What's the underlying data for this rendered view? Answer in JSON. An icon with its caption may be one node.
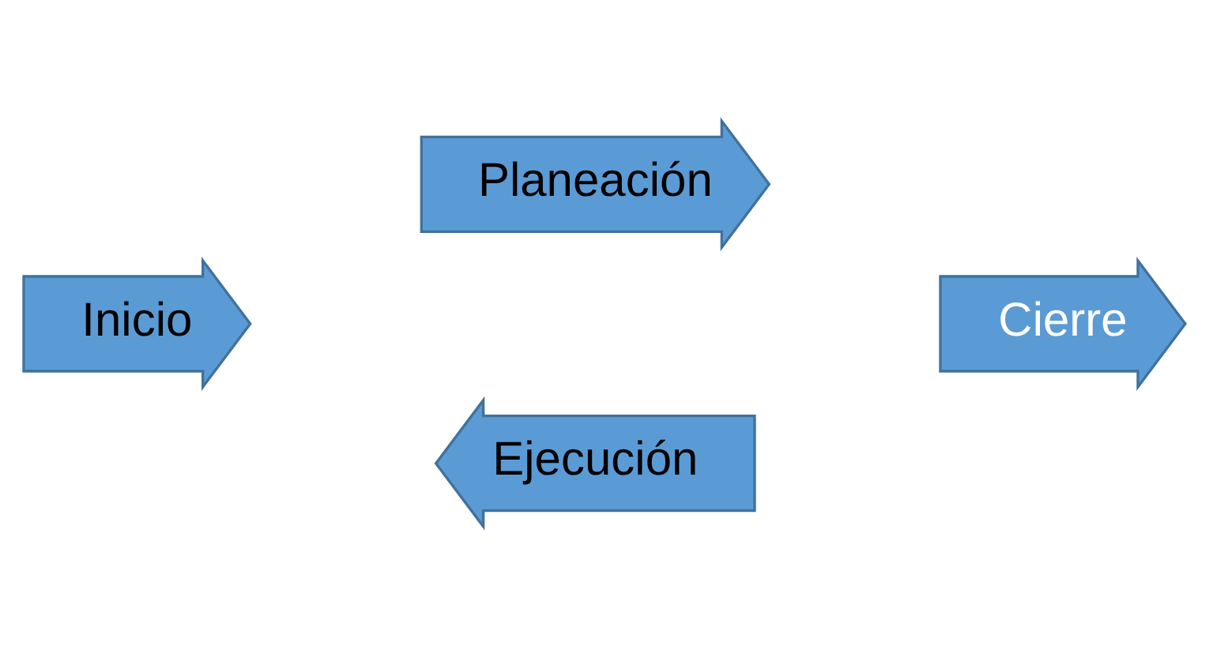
{
  "diagram": {
    "nodes": [
      {
        "text": [
          "Inicio"
        ]
      },
      {
        "text": [
          "Planeación"
        ]
      },
      {
        "text": [
          "Cierre"
        ]
      },
      {
        "text": [
          "Ejecución"
        ]
      }
    ]
  }
}
